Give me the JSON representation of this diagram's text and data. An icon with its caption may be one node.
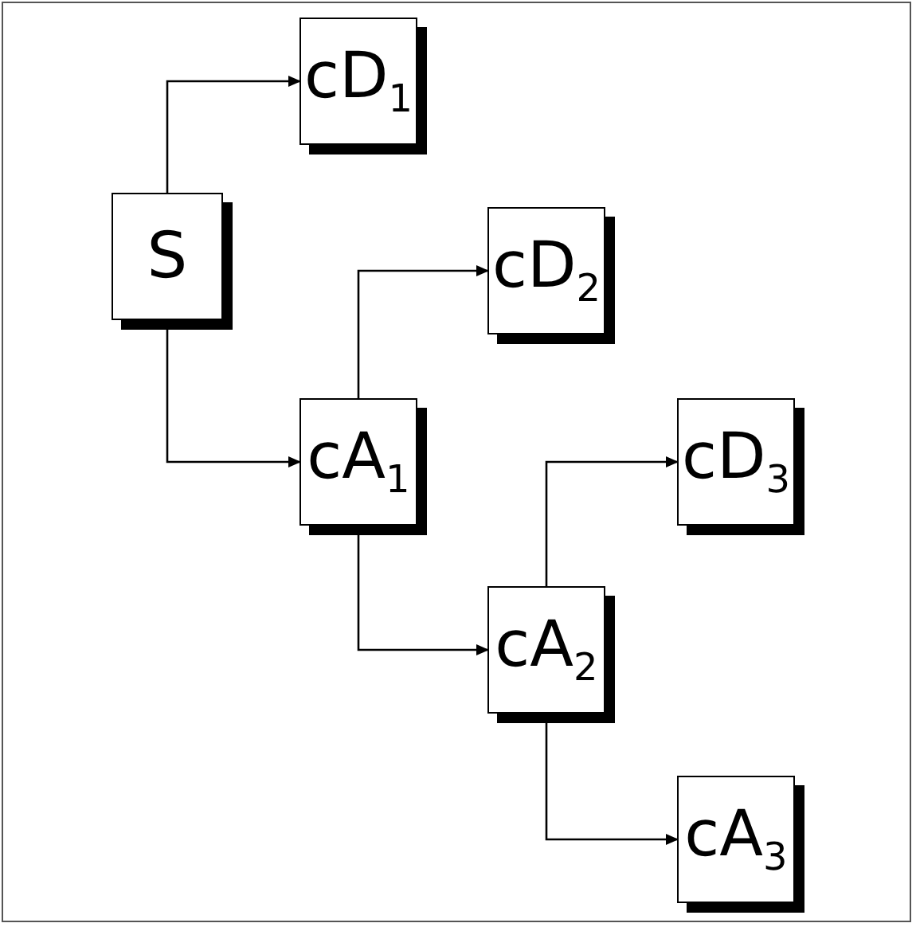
{
  "diagram": {
    "nodes": [
      {
        "text": [
          "S"
        ]
      },
      {
        "text": [
          "cD$_{1}$"
        ]
      },
      {
        "text": [
          "cA$_{1}$"
        ]
      },
      {
        "text": [
          "cD$_{2}$"
        ]
      },
      {
        "text": [
          "cA$_{2}$"
        ]
      },
      {
        "text": [
          "cD$_{3}$"
        ]
      },
      {
        "text": [
          "cA$_{3}$"
        ]
      }
    ],
    "edges": [
      {
        "from": 0,
        "to": 1,
        "arrow": "to"
      },
      {
        "from": 0,
        "to": 2,
        "arrow": "to"
      },
      {
        "from": 2,
        "to": 3,
        "arrow": "to"
      },
      {
        "from": 2,
        "to": 4,
        "arrow": "to"
      },
      {
        "from": 4,
        "to": 5,
        "arrow": "to"
      },
      {
        "from": 4,
        "to": 6,
        "arrow": "to"
      }
    ]
  }
}
